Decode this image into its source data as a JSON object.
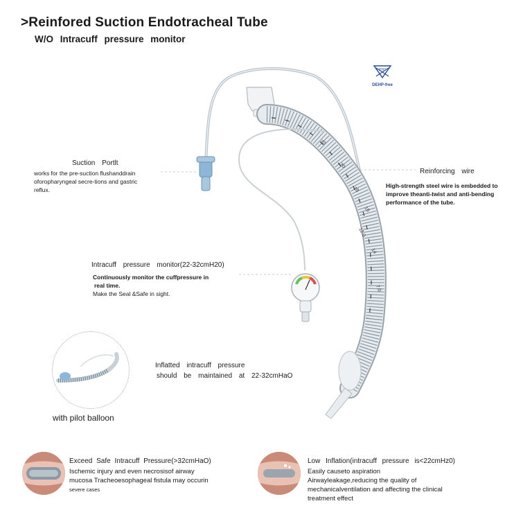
{
  "header": {
    "title": ">Reinfored Suction Endotracheal Tube",
    "subtitle": "W/O Intracuff pressure monitor"
  },
  "logo": {
    "mark": "PH7",
    "text": "DEHP-free"
  },
  "suction_port": {
    "heading": "Suction Portlt",
    "body_lines": [
      "works for the pre-suction flushanddrain",
      "oforopharyngeal secre-tions and gastric",
      "reflux."
    ]
  },
  "reinforcing_wire": {
    "heading": "Reinforcing wire",
    "body_lines": [
      "High-strength steel wire is embedded to",
      "improve theanti-twist and anti-bending",
      "performance of the tube."
    ]
  },
  "pressure_monitor": {
    "heading": "Intracuff pressure monitor(22-32cmH20)",
    "body_lines": [
      "Continuously monitor the cuffpressure in",
      "real time.",
      "Make the Seal &Safe in sight."
    ]
  },
  "inflated_note": {
    "line1": "Inflatted intracuff pressure",
    "line2": "should be maintained at 22-32cmHaO"
  },
  "pilot_balloon": {
    "caption": "with pilot balloon"
  },
  "exceed_panel": {
    "heading": "Exceed Safe Intracuff Pressure(>32cmHaO)",
    "body_lines": [
      "Ischemic injury and even necrosisof airway",
      "mucosa Tracheoesophageal fistula may occurin"
    ],
    "footnote": "severe cases"
  },
  "low_panel": {
    "heading": "Low Inflation(intracuff pressure is<22cmHz0)",
    "body_lines": [
      "Easily causeto aspiration",
      "Airwayleakage,reducing the quality of",
      "mechanicalventilation and affecting the clinical",
      "treatment effect"
    ]
  },
  "tube_markings": [
    "7.0",
    "12.0",
    "14",
    "16",
    "18",
    "20",
    "22"
  ],
  "colors": {
    "tube": "#e6ebef",
    "tube_edge": "#9aa3aa",
    "pilot_blue": "#8fb6d6",
    "gauge_green": "#6dbf5a",
    "gauge_yellow": "#e8c93c",
    "gauge_red": "#d9534f",
    "logo_blue": "#2a4d9b"
  }
}
